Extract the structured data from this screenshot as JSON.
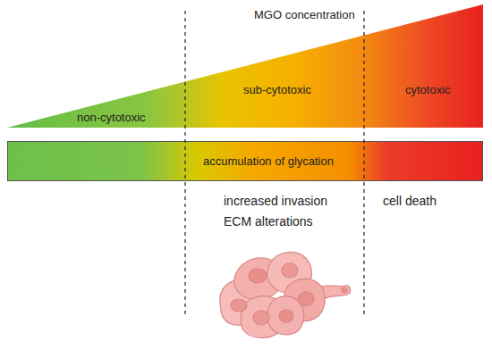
{
  "diagram": {
    "nodes": [
      {
        "text": [
          "MGO concentration",
          "non-cytotoxic",
          "sub-cytotoxic",
          "cytotoxic"
        ]
      },
      {
        "text": [
          "accumulation of glycation"
        ]
      }
    ],
    "labels": [
      "increased invasion",
      "ECM alterations",
      "cell death"
    ]
  }
}
